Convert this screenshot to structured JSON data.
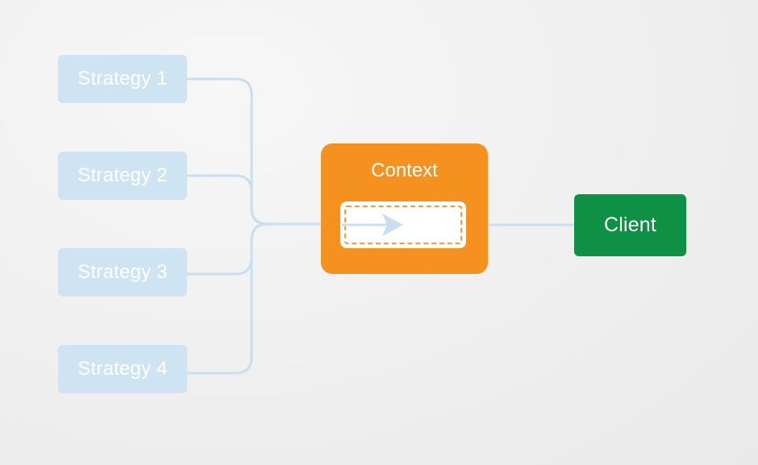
{
  "strategies": [
    {
      "label": "Strategy 1"
    },
    {
      "label": "Strategy 2"
    },
    {
      "label": "Strategy 3"
    },
    {
      "label": "Strategy 4"
    }
  ],
  "context": {
    "title": "Context"
  },
  "client": {
    "label": "Client"
  },
  "colors": {
    "strategy_fill": "#cfe4f3",
    "connector": "#c6dcec",
    "context_fill": "#f5921f",
    "client_fill": "#0e9144",
    "background": "#efefef"
  }
}
